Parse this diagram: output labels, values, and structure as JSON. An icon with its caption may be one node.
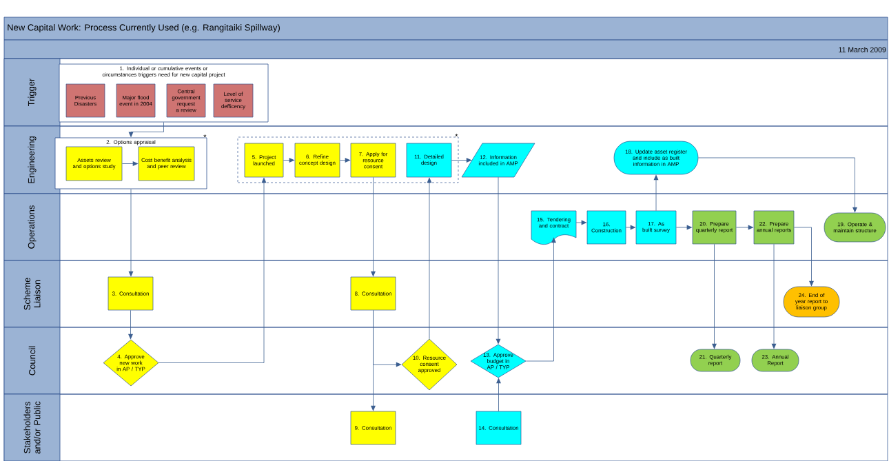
{
  "diagram": {
    "title": "New Capital Work: Process Currently Used (e.g. Rangitaiki Spillway)",
    "nodes": [
      {
        "text": [
          "Trigger"
        ]
      },
      {
        "text": [
          "Engineering"
        ]
      },
      {
        "text": [
          "Operations"
        ]
      },
      {
        "text": [
          "Scheme Liaison"
        ]
      },
      {
        "text": [
          "Council"
        ]
      },
      {
        "text": [
          "Stakeholders and/or Public"
        ]
      },
      {
        "text": [
          "1. Individual or cumulative events or circumstances triggers need for new capital project"
        ],
        "in": 0
      },
      {
        "text": [
          "Previous Disasters"
        ],
        "in": 6
      },
      {
        "text": [
          "Major flood event in 2004"
        ],
        "in": 6
      },
      {
        "text": [
          "Central government request a review"
        ],
        "in": 6
      },
      {
        "text": [
          "Level of service defficency"
        ],
        "in": 6
      },
      {
        "text": [
          "2. Options appraisal"
        ],
        "in": 1,
        "beside": [
          "*"
        ]
      },
      {
        "text": [
          "Assets review and options study"
        ],
        "in": 11
      },
      {
        "text": [
          "Cost benefit analysis and peer review"
        ],
        "in": 11
      },
      {
        "text": [],
        "shape": "box",
        "in": 1,
        "beside": [
          "*"
        ]
      },
      {
        "text": [
          "5. Project launched"
        ],
        "in": 14
      },
      {
        "text": [
          "6. Refine concept design"
        ],
        "in": 14
      },
      {
        "text": [
          "7. Apply for resource consent"
        ],
        "in": 14
      },
      {
        "text": [
          "11. Detailed design"
        ],
        "in": 14
      },
      {
        "text": [
          "12. Information included in AMP"
        ],
        "in": 1
      },
      {
        "text": [
          "18. Update asset register and include as built information in AMP"
        ],
        "in": 1
      },
      {
        "text": [
          "15. Tendering and contract"
        ],
        "in": 2
      },
      {
        "text": [
          "16. Construction"
        ],
        "in": 2
      },
      {
        "text": [
          "17. As built survey"
        ],
        "in": 2
      },
      {
        "text": [
          "20. Prepare quarterly report"
        ],
        "in": 2
      },
      {
        "text": [
          "22. Prepare annual reports"
        ],
        "in": 2
      },
      {
        "text": [
          "19. Operate & maintain structure"
        ],
        "in": 2
      },
      {
        "text": [
          "3. Consultation"
        ],
        "in": 3
      },
      {
        "text": [
          "8. Consultation"
        ],
        "in": 3
      },
      {
        "text": [
          "24. End of year report to liaison group"
        ],
        "in": 3
      },
      {
        "text": [
          "4. Approve new work in AP / TYP"
        ],
        "in": 4
      },
      {
        "text": [
          "10. Resource consent approved"
        ],
        "in": 4
      },
      {
        "text": [
          "13. Approve budget in AP / TYP"
        ],
        "in": 4
      },
      {
        "text": [
          "21. Quarterly report"
        ],
        "in": 4
      },
      {
        "text": [
          "23. Annual Report"
        ],
        "in": 4
      },
      {
        "text": [
          "9. Consultation"
        ],
        "in": 5
      },
      {
        "text": [
          "14. Consultation"
        ],
        "in": 5
      }
    ],
    "edges": [
      {
        "from": 6,
        "to": 11,
        "arrow": "to"
      },
      {
        "from": 12,
        "to": 13,
        "arrow": "to"
      },
      {
        "from": 11,
        "to": 27,
        "arrow": "to"
      },
      {
        "from": 27,
        "to": 30,
        "arrow": "to"
      },
      {
        "from": 30,
        "to": 15,
        "arrow": "to"
      },
      {
        "from": 15,
        "to": 16,
        "arrow": "to"
      },
      {
        "from": 16,
        "to": 17,
        "arrow": "to"
      },
      {
        "from": 17,
        "to": 28,
        "arrow": "to"
      },
      {
        "from": 28,
        "to": 35,
        "arrow": "to"
      },
      {
        "from": 28,
        "to": 31,
        "arrow": "to"
      },
      {
        "from": 31,
        "to": 18,
        "arrow": "to"
      },
      {
        "from": 18,
        "to": 19,
        "arrow": "to"
      },
      {
        "from": 19,
        "to": 32,
        "arrow": "to"
      },
      {
        "from": 36,
        "to": 32,
        "arrow": "to"
      },
      {
        "from": 32,
        "to": 21,
        "arrow": "to"
      },
      {
        "from": 21,
        "to": 22,
        "arrow": "to"
      },
      {
        "from": 22,
        "to": 23,
        "arrow": "to"
      },
      {
        "from": 23,
        "to": 24,
        "arrow": "to"
      },
      {
        "from": 24,
        "to": 25,
        "arrow": "to"
      },
      {
        "from": 23,
        "to": 20,
        "arrow": "to"
      },
      {
        "from": 20,
        "to": 26,
        "arrow": "to"
      },
      {
        "from": 24,
        "to": 33,
        "arrow": "to"
      },
      {
        "from": 25,
        "to": 34,
        "arrow": "to"
      },
      {
        "from": 25,
        "to": 29,
        "arrow": "to"
      }
    ],
    "labels": [
      "11 March 2009"
    ]
  }
}
